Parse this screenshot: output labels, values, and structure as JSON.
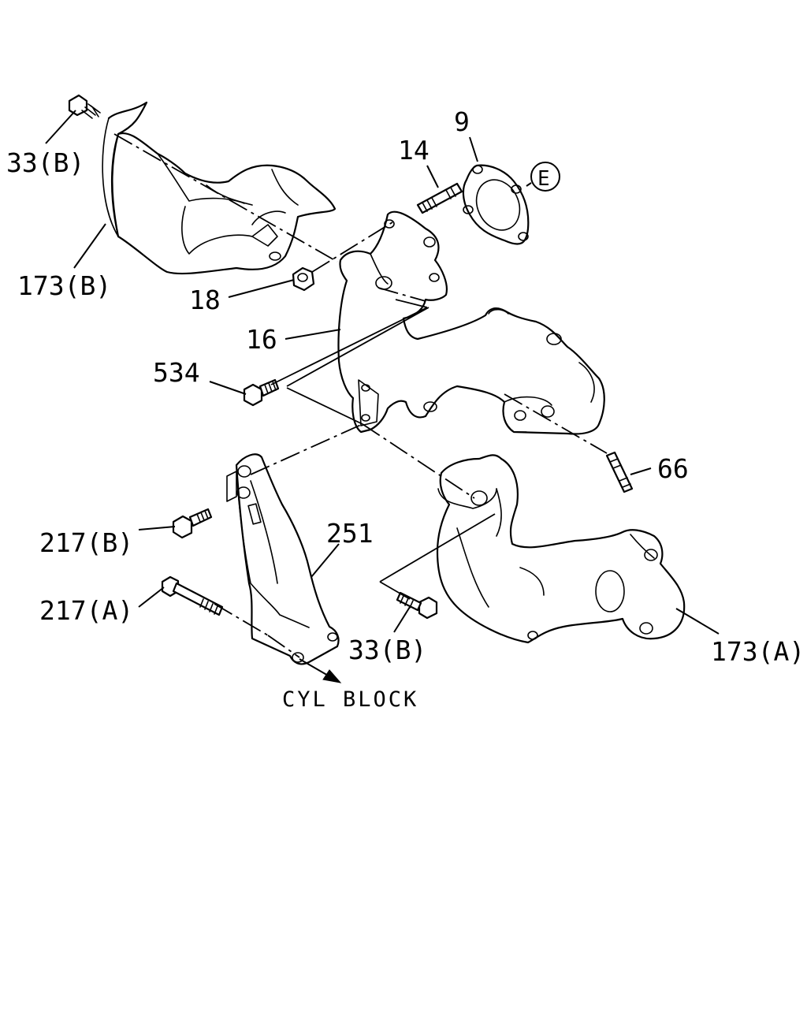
{
  "labels": {
    "p33b_top": "33(B)",
    "p173b": "173(B)",
    "p18": "18",
    "p16": "16",
    "p534": "534",
    "p14": "14",
    "p9": "9",
    "pE": "E",
    "p66": "66",
    "p217b": "217(B)",
    "p217a": "217(A)",
    "p251": "251",
    "p33b_bottom": "33(B)",
    "p173a": "173(A)",
    "cyl_block": "CYL BLOCK"
  }
}
